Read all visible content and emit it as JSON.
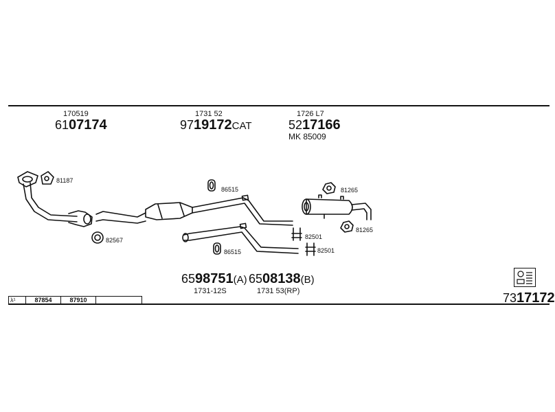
{
  "top_codes": [
    {
      "ref": "170519",
      "prefix": "61",
      "main": "07174",
      "suffix": ""
    },
    {
      "ref": "1731 52",
      "prefix": "97",
      "main": "19172",
      "suffix": "CAT"
    },
    {
      "ref": "1726 L7",
      "prefix": "52",
      "main": "17166",
      "suffix": "",
      "extra": "MK  85009"
    }
  ],
  "callouts": {
    "c81187": "81187",
    "c82567": "82567",
    "c86515_top": "86515",
    "c86515_bottom": "86515",
    "c81265_top": "81265",
    "c81265_bottom": "81265",
    "c82501_top": "82501",
    "c82501_bottom": "82501"
  },
  "bottom_codes": [
    {
      "prefix": "65",
      "main": "98751",
      "suffix": "(A)",
      "ref": "1731-12S"
    },
    {
      "prefix": "65",
      "main": "08138",
      "suffix": "(B)",
      "ref": "1731 53(RP)"
    }
  ],
  "lambda_row": {
    "symbol": "λ¹",
    "cells": [
      "87854",
      "87910"
    ]
  },
  "assembly": {
    "prefix": "73",
    "main": "17172"
  },
  "icons": [
    "kit-icon"
  ]
}
